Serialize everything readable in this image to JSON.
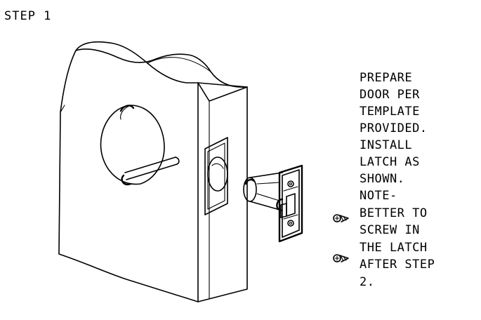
{
  "step_title": "STEP 1",
  "instructions": [
    "PREPARE",
    "DOOR PER",
    "TEMPLATE",
    "PROVIDED.",
    "INSTALL",
    "LATCH AS",
    "SHOWN.",
    "NOTE-",
    "BETTER TO",
    "SCREW IN",
    "THE LATCH",
    "AFTER STEP",
    "2."
  ],
  "icons": [
    "door-slab-icon",
    "cross-bore-icon",
    "edge-bore-icon",
    "latch-icon",
    "screw-icon"
  ]
}
